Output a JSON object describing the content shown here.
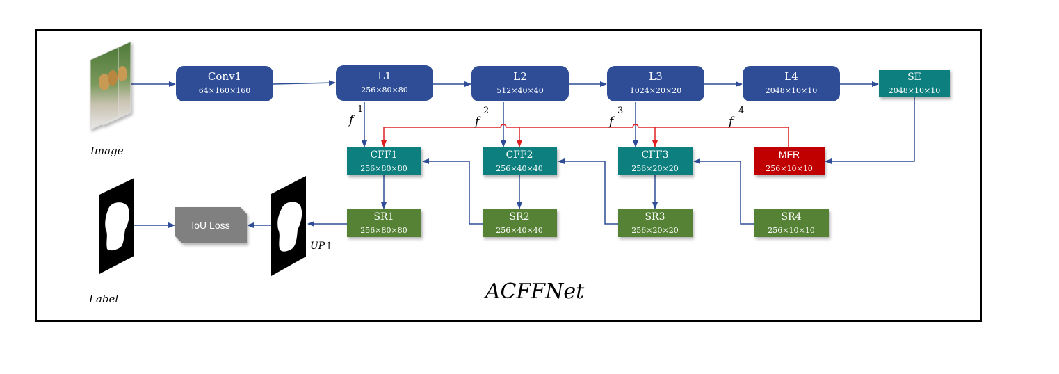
{
  "title": "ACFFNet",
  "image_label": "Image",
  "label_caption": "Label",
  "up_label": "UP↑",
  "colors": {
    "blue_block": "#2e4d96",
    "teal_block": "#0d7f7f",
    "red_block": "#c00000",
    "green_block": "#548235",
    "loss_block": "#808080",
    "edge_blue": "#2e4d96",
    "edge_red": "#e02020"
  },
  "blocks": {
    "conv1": {
      "name": "Conv1",
      "dims": "64×160×160"
    },
    "l1": {
      "name": "L1",
      "dims": "256×80×80"
    },
    "l2": {
      "name": "L2",
      "dims": "512×40×40"
    },
    "l3": {
      "name": "L3",
      "dims": "1024×20×20"
    },
    "l4": {
      "name": "L4",
      "dims": "2048×10×10"
    },
    "se": {
      "name": "SE",
      "dims": "2048×10×10"
    },
    "mfr": {
      "name": "MFR",
      "dims": "256×10×10"
    },
    "cff1": {
      "name": "CFF1",
      "dims": "256×80×80"
    },
    "cff2": {
      "name": "CFF2",
      "dims": "256×40×40"
    },
    "cff3": {
      "name": "CFF3",
      "dims": "256×20×20"
    },
    "sr1": {
      "name": "SR1",
      "dims": "256×80×80"
    },
    "sr2": {
      "name": "SR2",
      "dims": "256×40×40"
    },
    "sr3": {
      "name": "SR3",
      "dims": "256×20×20"
    },
    "sr4": {
      "name": "SR4",
      "dims": "256×10×10"
    },
    "loss": {
      "name": "IoU Loss"
    }
  },
  "features": [
    {
      "symbol": "f",
      "index": "1"
    },
    {
      "symbol": "f",
      "index": "2"
    },
    {
      "symbol": "f",
      "index": "3"
    },
    {
      "symbol": "f",
      "index": "4"
    }
  ]
}
